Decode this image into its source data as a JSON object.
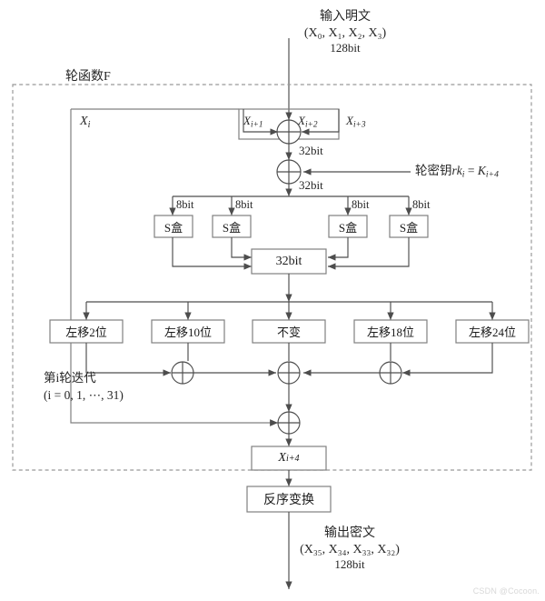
{
  "diagram": {
    "title_top": "输入明文",
    "input": {
      "label": "输入明文",
      "vector": "(X₀, X₁, X₂, X₃)",
      "size": "128bit"
    },
    "output": {
      "label": "输出密文",
      "vector": "(X₃₅, X₃₄, X₃₃, X₃₂)",
      "size": "128bit"
    },
    "round_function_label": "轮函数F",
    "registers": {
      "xi": "Xi",
      "xi1": "Xi+1",
      "xi2": "Xi+2",
      "xi3": "Xi+3",
      "xi4": "Xi+4"
    },
    "bus_labels": {
      "after_first_xor": "32bit",
      "after_key_xor": "32bit",
      "merge_box": "32bit"
    },
    "round_key_label": "轮密钥rki = Ki+4",
    "sbox_input_labels": [
      "8bit",
      "8bit",
      "8bit",
      "8bit"
    ],
    "sboxes": [
      {
        "label": "S盒"
      },
      {
        "label": "S盒"
      },
      {
        "label": "S盒"
      },
      {
        "label": "S盒"
      }
    ],
    "merge_label": "32bit",
    "shifts": [
      {
        "label": "左移2位"
      },
      {
        "label": "左移10位"
      },
      {
        "label": "不变"
      },
      {
        "label": "左移18位"
      },
      {
        "label": "左移24位"
      }
    ],
    "iteration_note_line1": "第i轮迭代",
    "iteration_note_line2": "(i = 0, 1, ⋯, 31)",
    "final_transform_label": "反序变换",
    "xor_symbol": "⊕",
    "colors": {
      "line": "#4d4d4d",
      "box_border": "#808080",
      "dashed_border": "#999999",
      "text": "#262626",
      "background": "#ffffff"
    }
  },
  "watermark": "CSDN @Cocoon."
}
